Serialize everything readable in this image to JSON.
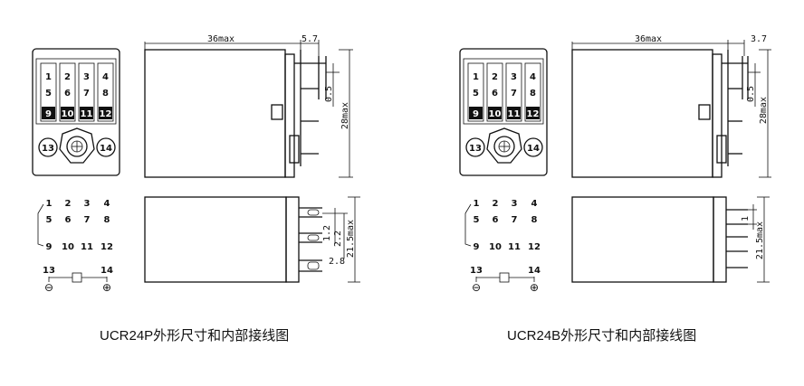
{
  "captions": {
    "left": "UCR24P外形尺寸和内部接线图",
    "right": "UCR24B外形尺寸和内部接线图"
  },
  "left_diagram": {
    "dims": {
      "length": "36max",
      "pin_offset": "5.7",
      "pin_thickness": "0.5",
      "height": "28max",
      "pitch_a": "1.2",
      "pitch_b": "2.2",
      "pitch_c": "2.8",
      "depth": "21.5max"
    }
  },
  "right_diagram": {
    "dims": {
      "length": "36max",
      "pin_offset": "3.7",
      "pin_thickness": "0.5",
      "height": "28max",
      "pitch_a": "1",
      "depth": "21.5max"
    }
  },
  "pins": {
    "top_row": [
      "1",
      "2",
      "3",
      "4"
    ],
    "mid_row": [
      "5",
      "6",
      "7",
      "8"
    ],
    "bot_row": [
      "9",
      "10",
      "11",
      "12"
    ],
    "coil": [
      "13",
      "14"
    ],
    "minus": "⊖",
    "plus": "⊕"
  }
}
